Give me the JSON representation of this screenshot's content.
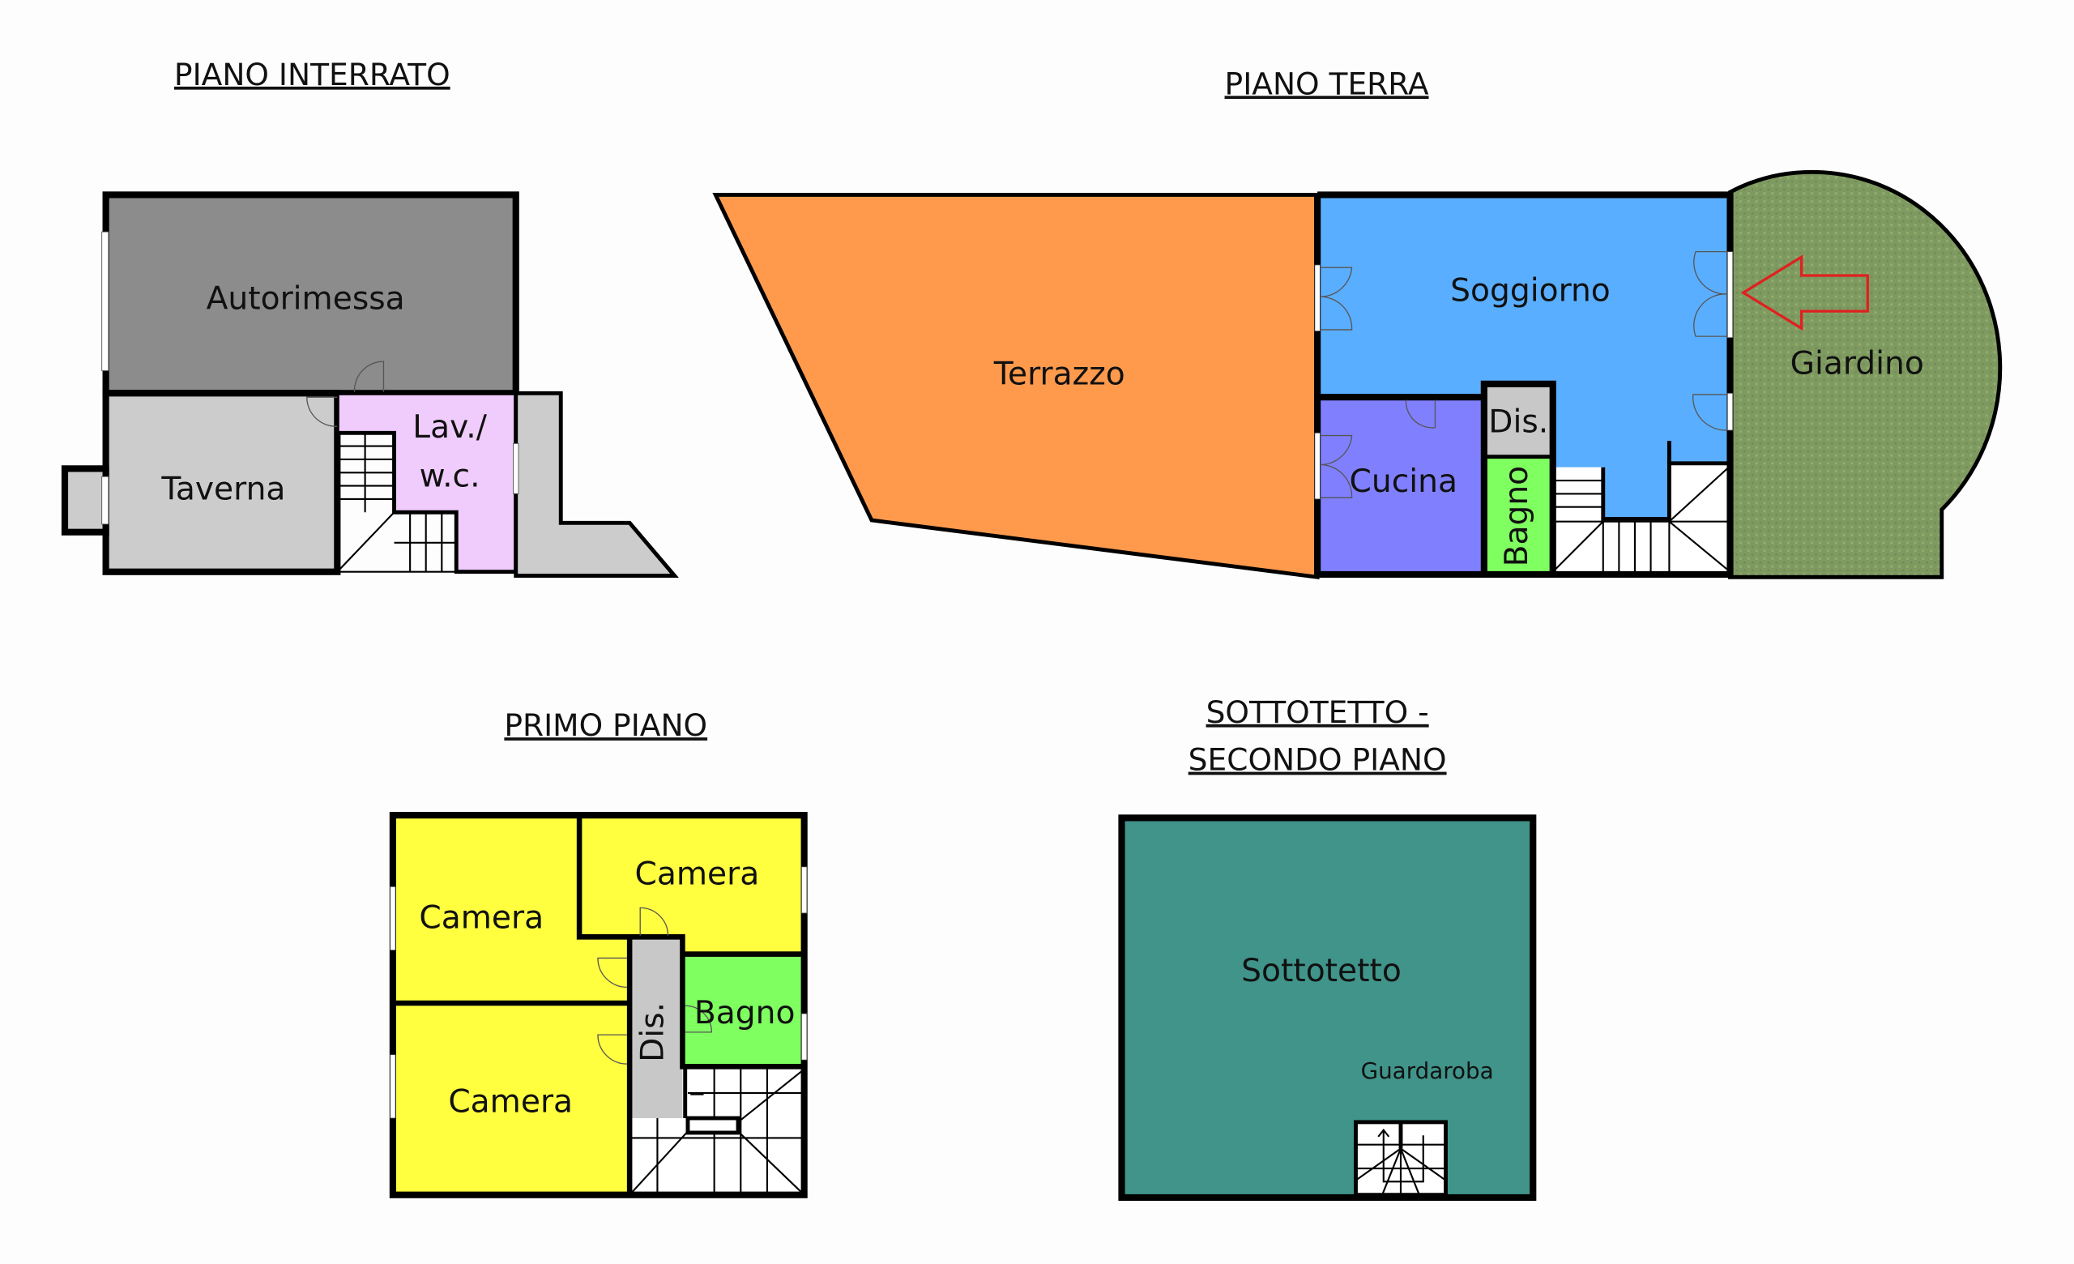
{
  "floors": {
    "interrato": {
      "title": "PIANO INTERRATO",
      "rooms": {
        "autorimessa": "Autorimessa",
        "taverna": "Taverna",
        "lav_1": "Lav./",
        "lav_2": "w.c."
      },
      "colors": {
        "autorimessa": "#8c8c8c",
        "taverna": "#cccccc",
        "lav": "#f0ccfc"
      }
    },
    "terra": {
      "title": "PIANO TERRA",
      "rooms": {
        "terrazzo": "Terrazzo",
        "soggiorno": "Soggiorno",
        "cucina": "Cucina",
        "dis": "Dis.",
        "bagno": "Bagno",
        "giardino": "Giardino"
      },
      "colors": {
        "terrazzo": "#ff9a4d",
        "soggiorno": "#5aaeff",
        "cucina": "#8080ff",
        "dis": "#c8c8c8",
        "bagno": "#7fff60",
        "giardino": "#7f9a60",
        "arrow": "#e02020"
      }
    },
    "primo": {
      "title": "PRIMO PIANO",
      "rooms": {
        "camera_1": "Camera",
        "camera_2": "Camera",
        "camera_3": "Camera",
        "dis": "Dis.",
        "bagno": "Bagno"
      },
      "colors": {
        "camera": "#ffff40",
        "dis": "#c8c8c8",
        "bagno": "#7fff60"
      }
    },
    "sottotetto": {
      "title_1": "SOTTOTETTO -",
      "title_2": "SECONDO PIANO",
      "rooms": {
        "sottotetto": "Sottotetto",
        "guardaroba": "Guardaroba"
      },
      "colors": {
        "sottotetto": "#40948a"
      }
    }
  }
}
